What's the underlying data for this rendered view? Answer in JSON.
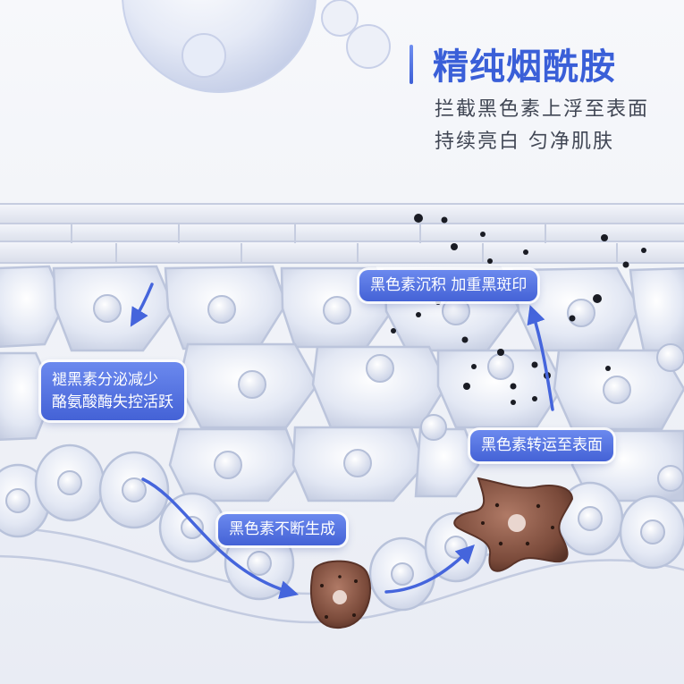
{
  "header": {
    "title": "精纯烟酰胺",
    "subtitle_1": "拦截黑色素上浮至表面",
    "subtitle_2": "持续亮白 匀净肌肤"
  },
  "labels": {
    "deposit": "黑色素沉积 加重黑斑印",
    "fade_line1": "褪黑素分泌减少",
    "fade_line2": "酪氨酸酶失控活跃",
    "transfer": "黑色素转运至表面",
    "generate": "黑色素不断生成"
  },
  "colors": {
    "accent": "#3a5fd8",
    "label_bg": "#4f6fdf",
    "melanin": "#7a4a3a",
    "particle": "#1a1c24"
  }
}
